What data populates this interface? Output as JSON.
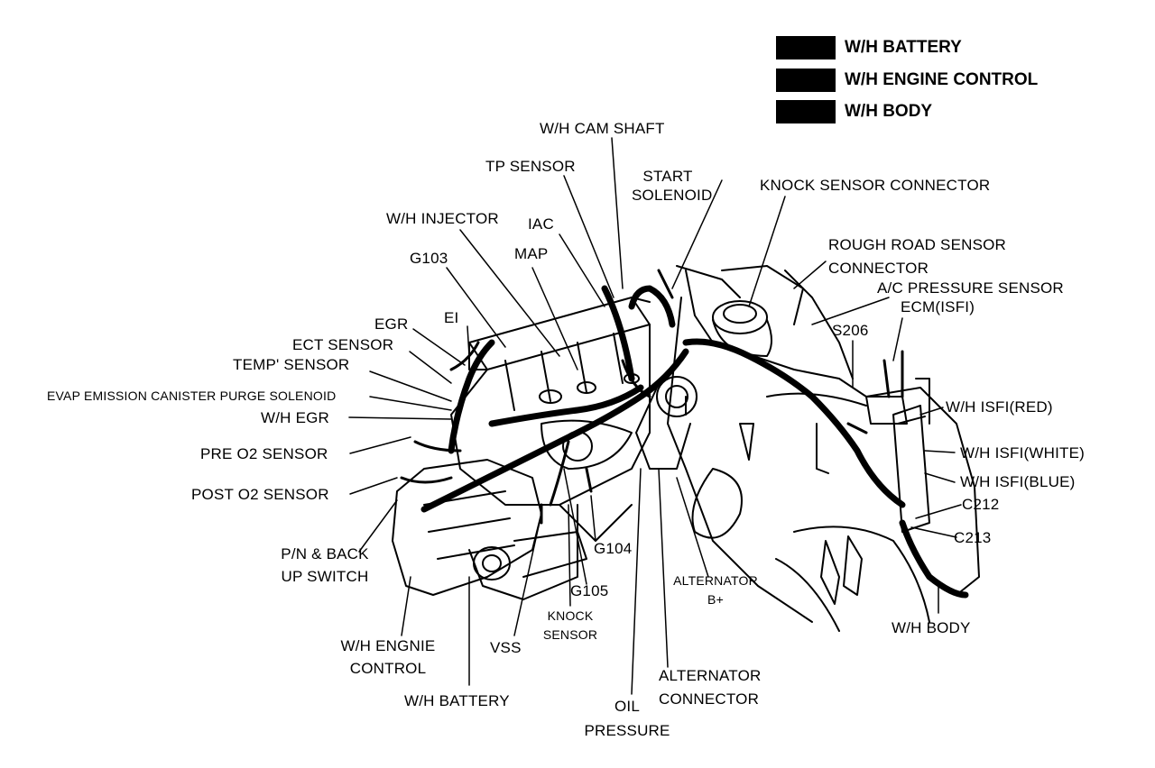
{
  "legend": [
    {
      "label": "W/H BATTERY",
      "color": "#000000"
    },
    {
      "label": "W/H ENGINE CONTROL",
      "color": "#000000"
    },
    {
      "label": "W/H BODY",
      "color": "#000000"
    }
  ],
  "labels": {
    "cam_shaft": "W/H CAM SHAFT",
    "tp_sensor": "TP SENSOR",
    "start_solenoid_1": "START",
    "start_solenoid_2": "SOLENOID",
    "knock_sensor_connector": "KNOCK SENSOR CONNECTOR",
    "injector": "W/H INJECTOR",
    "iac": "IAC",
    "map": "MAP",
    "g103": "G103",
    "rough_road_1": "ROUGH ROAD SENSOR",
    "rough_road_2": "CONNECTOR",
    "ac_pressure": "A/C PRESSURE SENSOR",
    "ecm": "ECM(ISFI)",
    "egr": "EGR",
    "ei": "EI",
    "s206": "S206",
    "ect_sensor": "ECT SENSOR",
    "temp_sensor": "TEMP' SENSOR",
    "evap": "EVAP EMISSION CANISTER PURGE SOLENOID",
    "wh_egr": "W/H EGR",
    "isfi_red": "W/H ISFI(RED)",
    "pre_o2": "PRE O2 SENSOR",
    "isfi_white": "W/H ISFI(WHITE)",
    "isfi_blue": "W/H ISFI(BLUE)",
    "post_o2": "POST O2 SENSOR",
    "c212": "C212",
    "c213": "C213",
    "pn_1": "P/N & BACK",
    "pn_2": "UP SWITCH",
    "g104": "G104",
    "alt_b_1": "ALTERNATOR",
    "alt_b_2": "B+",
    "g105": "G105",
    "wh_body": "W/H BODY",
    "knock_sensor_1": "KNOCK",
    "knock_sensor_2": "SENSOR",
    "wh_engine_1": "W/H ENGNIE",
    "wh_engine_2": "CONTROL",
    "vss": "VSS",
    "alt_conn_1": "ALTERNATOR",
    "alt_conn_2": "CONNECTOR",
    "wh_battery": "W/H BATTERY",
    "oil_1": "OIL",
    "oil_2": "PRESSURE"
  }
}
